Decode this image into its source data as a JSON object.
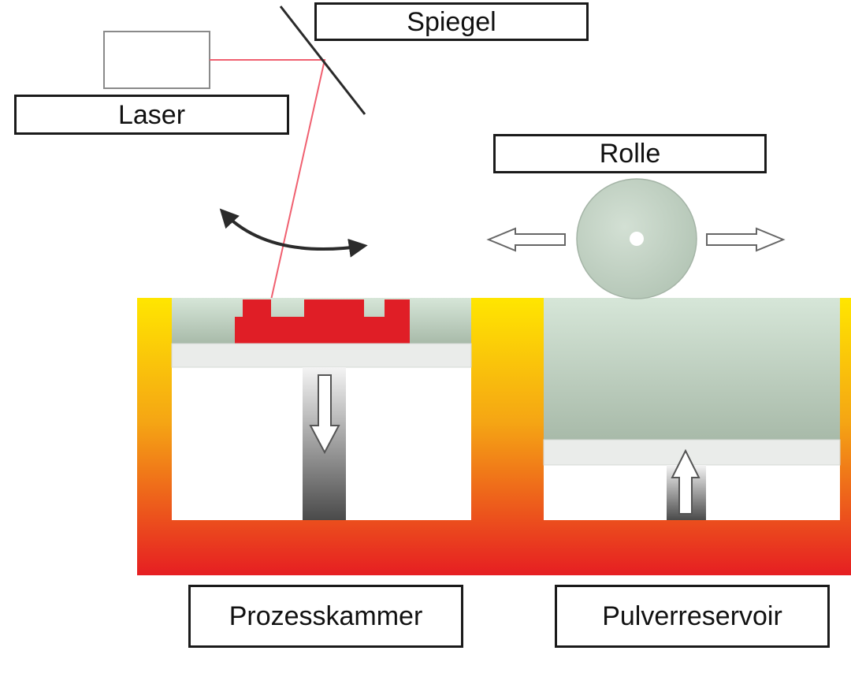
{
  "labels": {
    "mirror": "Spiegel",
    "laser": "Laser",
    "roller": "Rolle",
    "process_chamber": "Prozesskammer",
    "powder_reservoir": "Pulverreservoir"
  },
  "colors": {
    "laser_beam": "#f06070",
    "part": "#e01e26",
    "powder": "#c3d6c5",
    "platform": "#eaecea",
    "roller": "#c6d6c8",
    "frame_top": "#ffe000",
    "frame_bottom": "#e62020",
    "outline": "#1a1a1a"
  },
  "icons": {
    "scan_arrow": "curved-double-arrow-icon",
    "roller_left": "arrow-left-icon",
    "roller_right": "arrow-right-icon",
    "piston_down": "arrow-down-icon",
    "piston_up": "arrow-up-icon"
  }
}
